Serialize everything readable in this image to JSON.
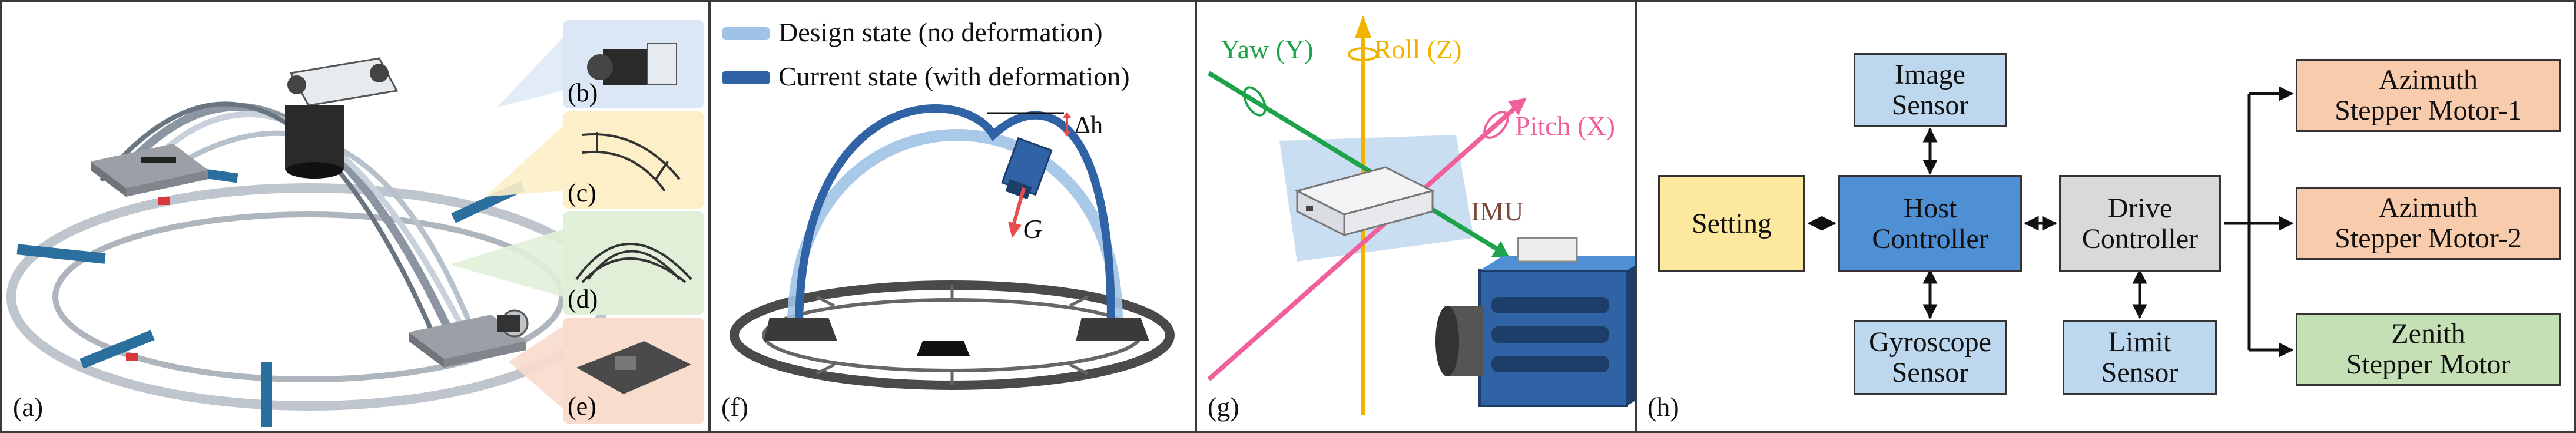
{
  "panels": {
    "a": {
      "label": "(a)",
      "insets": [
        "(b)",
        "(c)",
        "(d)",
        "(e)"
      ]
    },
    "f": {
      "label": "(f)",
      "legend": [
        {
          "text": "Design state (no deformation)",
          "color": "#9ec3e6"
        },
        {
          "text": "Current state (with deformation)",
          "color": "#2f63a6"
        }
      ],
      "delta": "Δh",
      "gravity": "G"
    },
    "g": {
      "label": "(g)",
      "axes": [
        {
          "text": "Yaw (Y)",
          "color": "#1fa34a"
        },
        {
          "text": "Roll (Z)",
          "color": "#f0b400"
        },
        {
          "text": "Pitch (X)",
          "color": "#f0609a"
        }
      ],
      "imu": "IMU"
    },
    "h": {
      "label": "(h)",
      "boxes": {
        "setting": "Setting",
        "image_sensor": "Image\nSensor",
        "host": "Host\nController",
        "gyro": "Gyroscope\nSensor",
        "drive": "Drive\nController",
        "limit": "Limit\nSensor",
        "az1": "Azimuth\nStepper Motor-1",
        "az2": "Azimuth\nStepper Motor-2",
        "zenith": "Zenith\nStepper Motor"
      },
      "colors": {
        "setting": "#fde8a0",
        "sensor": "#bdd7ee",
        "host": "#4f8fd3",
        "drive": "#d9d9d9",
        "azimuth": "#f8cbad",
        "zenith": "#c5e0b4"
      }
    }
  }
}
